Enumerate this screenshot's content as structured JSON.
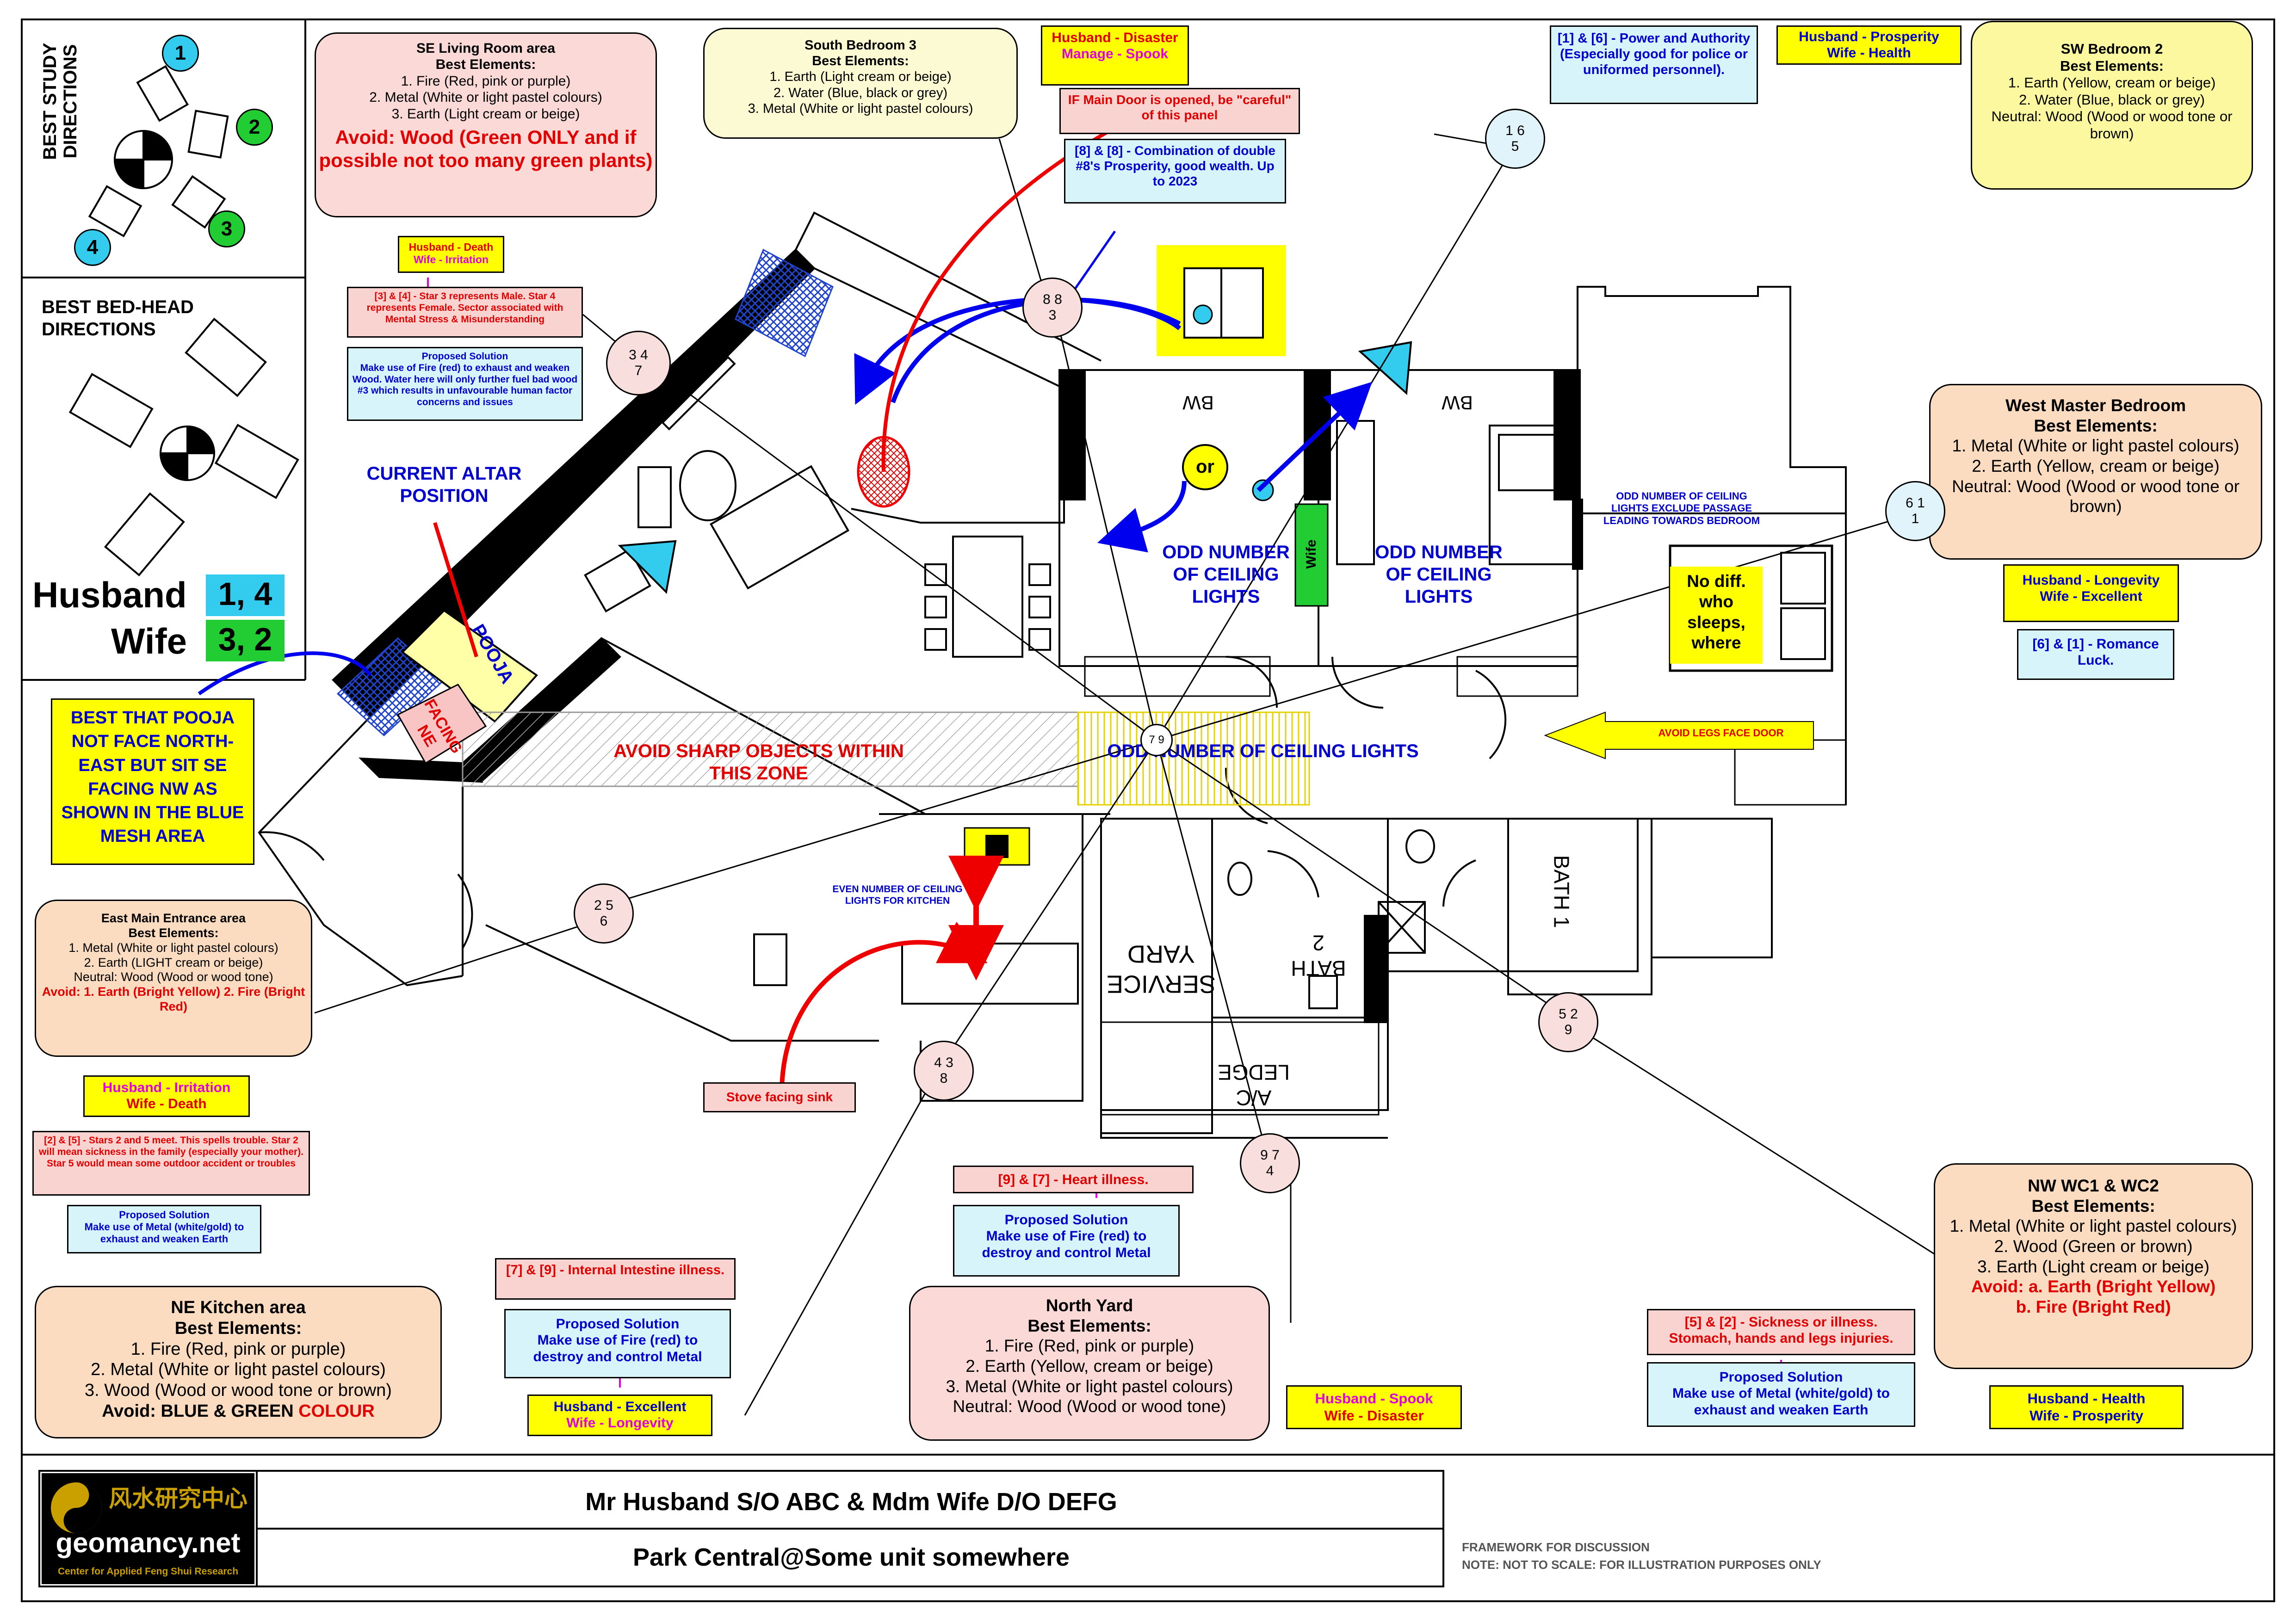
{
  "study": {
    "title": "BEST STUDY DIRECTIONS",
    "n1": "1",
    "n2": "2",
    "n3": "3",
    "n4": "4"
  },
  "bedhead": {
    "title": "BEST BED-HEAD DIRECTIONS"
  },
  "persons": {
    "husband": "Husband",
    "husband_nums": "1, 4",
    "wife": "Wife",
    "wife_nums": "3, 2"
  },
  "colors": {
    "cyan": "#33ccee",
    "green": "#22cc33",
    "yellow": "#ffff00",
    "red": "#ee0000",
    "blue": "#0000ee",
    "mesh": "#2244cc"
  },
  "se_living": {
    "title": "SE Living Room area",
    "sub": "Best Elements:",
    "l1": "1. Fire (Red, pink or purple)",
    "l2": "2. Metal (White or light pastel colours)",
    "l3": "3. Earth (Light cream or beige)",
    "avoid": "Avoid: Wood (Green ONLY and if possible not too many green plants)"
  },
  "se_hw": {
    "h": "Husband - Death",
    "w": "Wife - Irritation"
  },
  "star34": {
    "text": "[3] & [4] - Star 3 represents Male. Star 4 represents Female. Sector associated with Mental Stress & Misunderstanding"
  },
  "sol_se": {
    "title": "Proposed Solution",
    "text": "Make use of Fire (red) to exhaust and weaken Wood. Water here will only further fuel bad wood #3 which results in unfavourable human factor concerns and issues"
  },
  "altar": {
    "current": "CURRENT ALTAR POSITION",
    "pooja": "POOJA",
    "facing": "FACING NE"
  },
  "pooja_note": {
    "text": "BEST THAT POOJA NOT FACE NORTH-EAST BUT SIT SE FACING NW AS SHOWN IN THE BLUE MESH AREA"
  },
  "south_bed3": {
    "title": "South Bedroom 3",
    "sub": "Best Elements:",
    "l1": "1. Earth (Light cream or beige)",
    "l2": "2. Water (Blue, black or grey)",
    "l3": "3. Metal (White or light pastel colours)"
  },
  "sb3_hw": {
    "h": "Husband - Disaster",
    "m": "Manage - Spook"
  },
  "main_door": {
    "text": "IF Main Door is opened, be \"careful\" of this panel"
  },
  "star88": {
    "text": "[8] & [8] - Combination of double #8's Prosperity, good wealth. Up to 2023"
  },
  "star16": {
    "text": "[1] & [6] - Power and Authority (Especially good for police or uniformed personnel)."
  },
  "sw_hw": {
    "h": "Husband - Prosperity",
    "w": "Wife - Health"
  },
  "sw_bed2": {
    "title": "SW Bedroom 2",
    "sub": "Best Elements:",
    "l1": "1. Earth (Yellow, cream or beige)",
    "l2": "2. Water (Blue, black or grey)",
    "l3": "Neutral: Wood (Wood or wood tone or brown)"
  },
  "west_master": {
    "title": "West Master Bedroom",
    "sub": "Best Elements:",
    "l1": "1. Metal (White or light pastel colours)",
    "l2": "2. Earth (Yellow, cream or beige)",
    "l3": "Neutral: Wood (Wood or wood tone or brown)"
  },
  "wm_hw": {
    "h": "Husband - Longevity",
    "w": "Wife - Excellent"
  },
  "romance": {
    "text": "[6] & [1] - Romance Luck."
  },
  "east_entrance": {
    "title": "East Main Entrance area",
    "sub": "Best Elements:",
    "l1": "1. Metal (White or light pastel colours)",
    "l2": "2. Earth (LIGHT cream or beige)",
    "l3": "Neutral: Wood (Wood or wood tone)",
    "avoid": "Avoid: 1. Earth (Bright Yellow) 2. Fire (Bright Red)"
  },
  "ee_hw": {
    "h": "Husband - Irritation",
    "w": "Wife - Death"
  },
  "star25": {
    "text": "[2] & [5] - Stars 2 and 5 meet. This spells trouble. Star 2 will mean sickness in the family (especially your mother). Star 5 would mean some outdoor accident or troubles"
  },
  "sol_ee": {
    "title": "Proposed Solution",
    "text": "Make use of Metal (white/gold) to exhaust and weaken Earth"
  },
  "ne_kitchen": {
    "title": "NE Kitchen area",
    "sub": "Best Elements:",
    "l1": "1. Fire (Red, pink or purple)",
    "l2": "2. Metal (White or light pastel colours)",
    "l3": "3. Wood (Wood or wood tone or brown)",
    "avoid_a": "Avoid: BLUE & GREEN ",
    "avoid_b": "COLOUR"
  },
  "star79": {
    "text": "[7] & [9] - Internal Intestine illness."
  },
  "sol_ne": {
    "title": "Proposed Solution",
    "text": "Make use of Fire (red) to destroy and control Metal"
  },
  "ne_hw": {
    "h": "Husband - Excellent",
    "w": "Wife - Longevity"
  },
  "star97": {
    "text": "[9] & [7] - Heart illness."
  },
  "sol_ny": {
    "title": "Proposed Solution",
    "text": "Make use of Fire (red) to destroy and control Metal"
  },
  "north_yard": {
    "title": "North Yard",
    "sub": "Best Elements:",
    "l1": "1. Fire (Red, pink or purple)",
    "l2": "2. Earth (Yellow, cream or beige)",
    "l3": "3. Metal (White or light pastel colours)",
    "l4": "Neutral: Wood (Wood or wood tone)"
  },
  "ny_hw": {
    "h": "Husband - Spook",
    "w": "Wife - Disaster"
  },
  "star52": {
    "text": "[5] & [2] - Sickness or illness. Stomach, hands and legs injuries."
  },
  "sol_nw": {
    "title": "Proposed Solution",
    "text": "Make use of Metal (white/gold) to exhaust and weaken Earth"
  },
  "nw_hw": {
    "h": "Husband - Health",
    "w": "Wife - Prosperity"
  },
  "nw_wc": {
    "title": "NW WC1 & WC2",
    "sub": "Best Elements:",
    "l1": "1. Metal (White or light pastel colours)",
    "l2": "2. Wood (Green or brown)",
    "l3": "3. Earth (Light cream or beige)",
    "avoid1": "Avoid: a. Earth (Bright Yellow)",
    "avoid2": "b. Fire (Bright Red)"
  },
  "plan": {
    "odd_lights": "ODD NUMBER OF CEILING LIGHTS",
    "odd_lights_exclude": "ODD NUMBER OF CEILING LIGHTS EXCLUDE PASSAGE LEADING TOWARDS BEDROOM",
    "no_diff": "No diff. who sleeps, where",
    "avoid_legs": "AVOID LEGS FACE DOOR",
    "avoid_sharp": "AVOID SHARP OBJECTS WITHIN THIS ZONE",
    "even_lights": "EVEN NUMBER OF CEILING LIGHTS FOR KITCHEN",
    "stove": "Stove facing sink",
    "or": "or",
    "wife_tag": "Wife",
    "bw": "BW",
    "service_yard": "SERVICE YARD",
    "bath1": "BATH 1",
    "bath2": "BATH 2",
    "ac_ledge": "A/C LEDGE",
    "center": "7 9"
  },
  "stars": {
    "s347": [
      "3 4",
      "7"
    ],
    "s883": [
      "8 8",
      "3"
    ],
    "s165": [
      "1 6",
      "5"
    ],
    "s611": [
      "6 1",
      "1"
    ],
    "s256": [
      "2 5",
      "6"
    ],
    "s438": [
      "4 3",
      "8"
    ],
    "s974": [
      "9 7",
      "4"
    ],
    "s529": [
      "5 2",
      "9"
    ]
  },
  "footer": {
    "client": "Mr Husband S/O ABC & Mdm Wife D/O DEFG",
    "location": "Park Central@Some unit somewhere",
    "framework": "FRAMEWORK FOR DISCUSSION",
    "note": "NOTE: NOT TO SCALE: FOR ILLUSTRATION PURPOSES ONLY",
    "logo_cn": "风水研究中心",
    "logo_name": "geomancy.net",
    "logo_sub": "Center for Applied Feng Shui Research"
  }
}
